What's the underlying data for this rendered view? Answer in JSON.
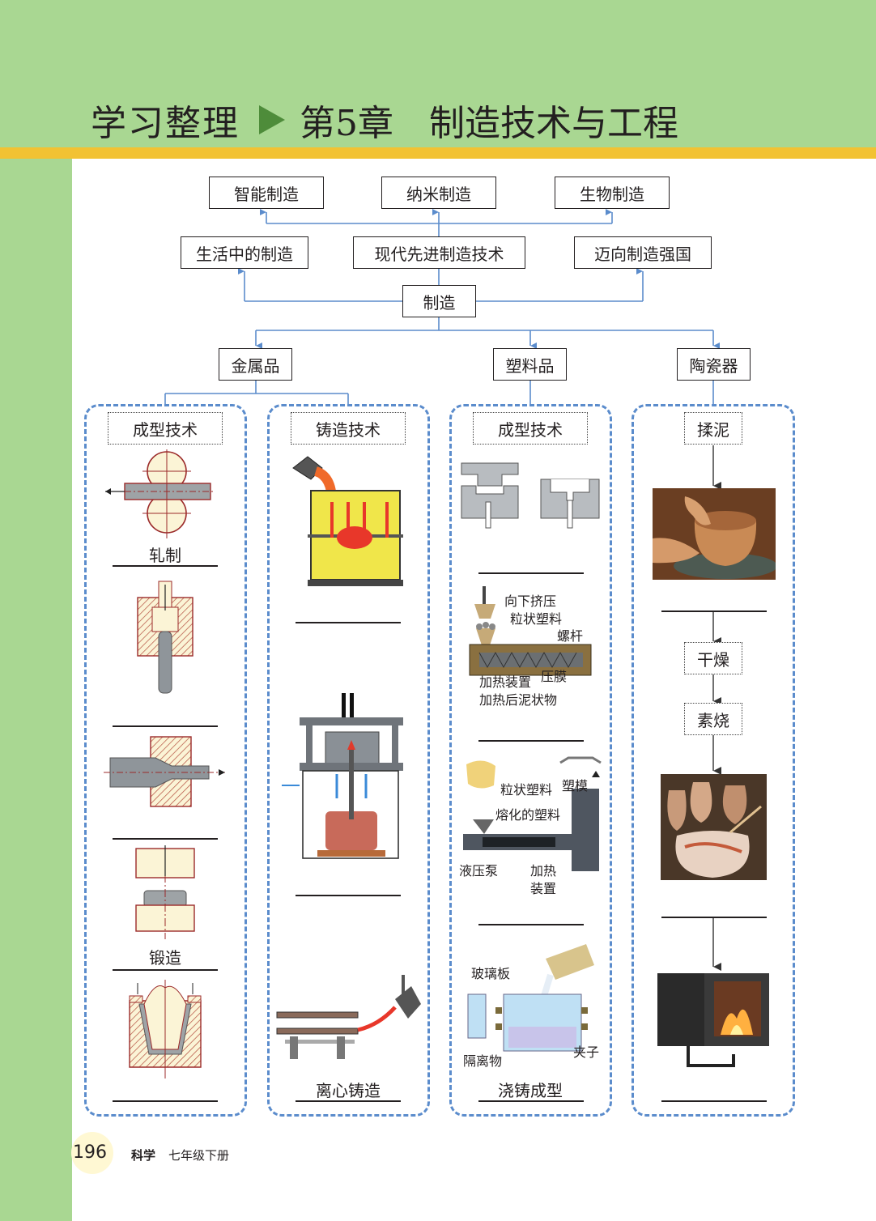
{
  "header": {
    "section": "学习整理",
    "chapter": "第5章",
    "title": "制造技术与工程"
  },
  "concept_map": {
    "root": "制造",
    "top_row": [
      "智能制造",
      "纳米制造",
      "生物制造"
    ],
    "middle_row": [
      "生活中的制造",
      "现代先进制造技术",
      "迈向制造强国"
    ],
    "categories": [
      "金属品",
      "塑料品",
      "陶瓷器"
    ]
  },
  "columns": {
    "metal_forming": {
      "heading": "成型技术",
      "captions": [
        "轧制",
        "",
        "",
        "锻造",
        ""
      ]
    },
    "metal_casting": {
      "heading": "铸造技术",
      "captions": [
        "",
        "",
        "离心铸造"
      ]
    },
    "plastic_forming": {
      "heading": "成型技术",
      "extrusion_labels": [
        "向下挤压",
        "粒状塑料",
        "螺杆",
        "加热装置",
        "压膜",
        "加热后泥状物"
      ],
      "injection_labels": [
        "粒状塑料",
        "塑模",
        "熔化的塑料",
        "液压泵",
        "加热",
        "装置"
      ],
      "casting_labels": [
        "玻璃板",
        "隔离物",
        "夹子"
      ],
      "captions": [
        "",
        "",
        "",
        "浇铸成型"
      ]
    },
    "ceramic": {
      "steps": [
        "揉泥",
        "干燥",
        "素烧"
      ],
      "captions": [
        "",
        "",
        ""
      ]
    }
  },
  "footer": {
    "page_number": "196",
    "subject": "科学",
    "grade": "七年级下册"
  },
  "colors": {
    "header_green": "#a9d792",
    "stripe_yellow": "#f2c233",
    "connector_blue": "#5b8ccc",
    "triangle_green": "#4e8c3a"
  }
}
